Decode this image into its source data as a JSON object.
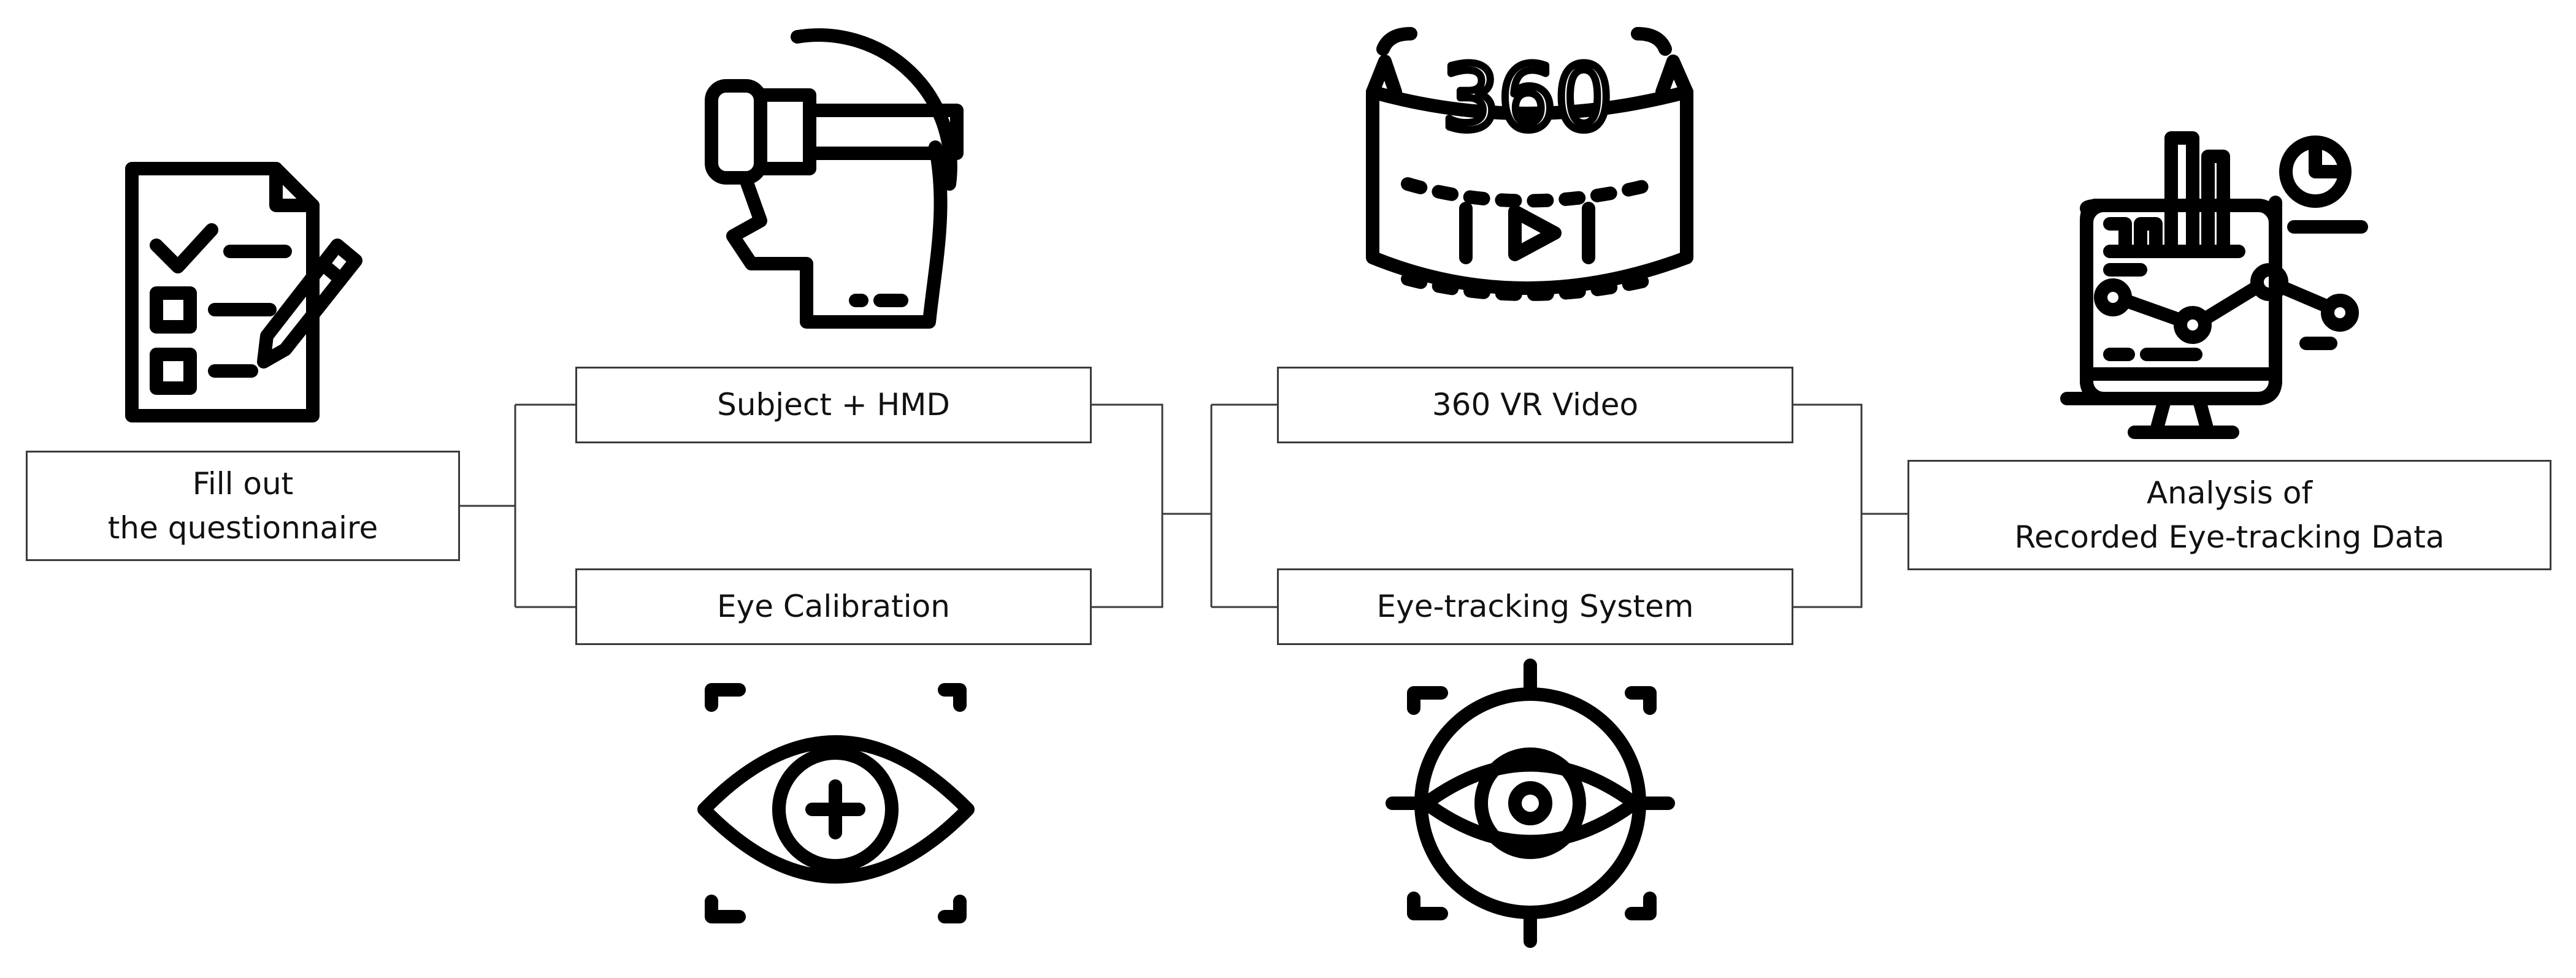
{
  "steps": {
    "questionnaire": {
      "line1": "Fill out",
      "line2": "the questionnaire",
      "icon": "questionnaire-checklist-pencil-icon"
    },
    "subject_hmd": {
      "label": "Subject + HMD",
      "icon": "vr-headset-head-icon"
    },
    "eye_calibration": {
      "label": "Eye Calibration",
      "icon": "eye-calibration-plus-icon"
    },
    "vr_video": {
      "label": "360 VR Video",
      "icon": "video-360-icon",
      "icon_text": "360"
    },
    "eye_tracking": {
      "label": "Eye-tracking System",
      "icon": "eye-target-crosshair-icon"
    },
    "analysis": {
      "line1": "Analysis of",
      "line2": "Recorded Eye-tracking Data",
      "icon": "analytics-monitor-icon"
    }
  },
  "colors": {
    "icon_stroke": "#000000",
    "connector": "#3a3a3a",
    "box_border": "#3a3a3a",
    "text": "#111111",
    "background": "#ffffff"
  }
}
